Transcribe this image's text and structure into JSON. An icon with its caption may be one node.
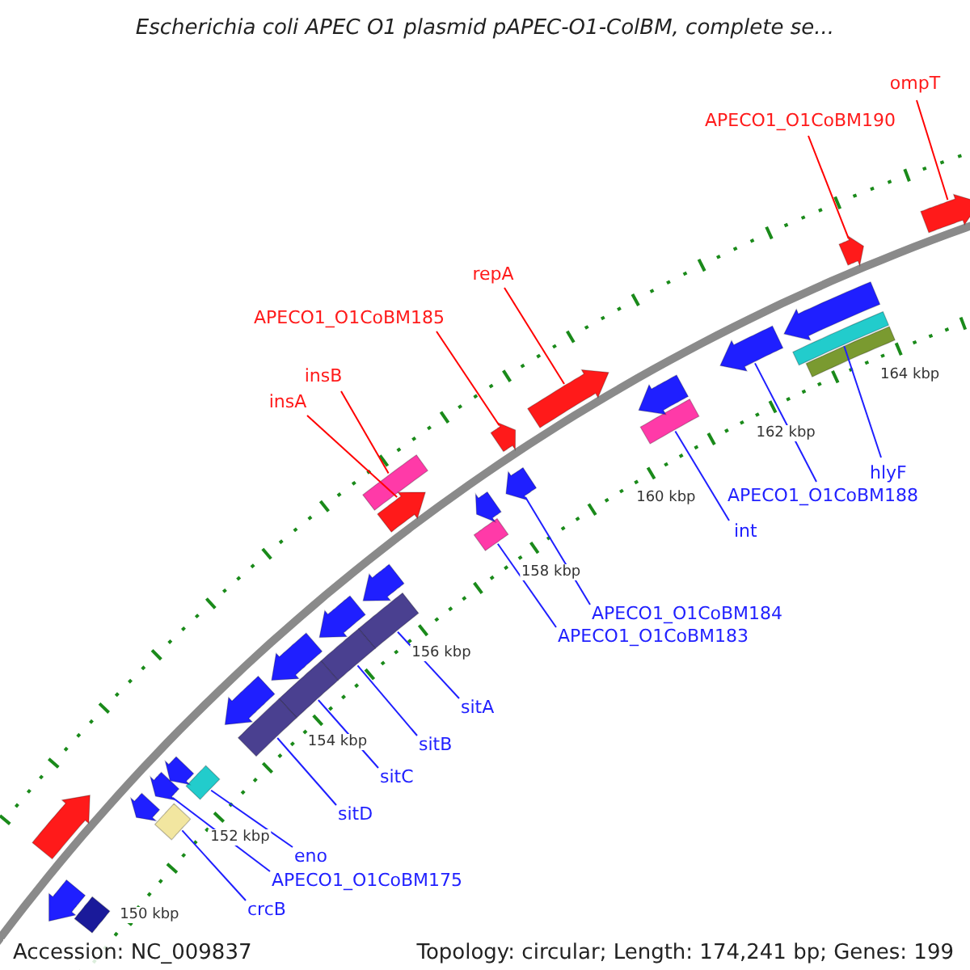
{
  "diagram": {
    "title": "Escherichia coli APEC O1 plasmid pAPEC-O1-ColBM, complete se...",
    "nodes": [
      {
        "text": [
          "ompT"
        ]
      },
      {
        "text": [
          "APECO1_O1CoBM190"
        ]
      },
      {
        "text": [
          "repA"
        ]
      },
      {
        "text": [
          "APECO1_O1CoBM185"
        ]
      },
      {
        "text": [
          "insB"
        ]
      },
      {
        "text": [
          "insA"
        ]
      },
      {
        "text": [
          "hlyF"
        ]
      },
      {
        "text": [
          "APECO1_O1CoBM188"
        ]
      },
      {
        "text": [
          "int"
        ]
      },
      {
        "text": [
          "APECO1_O1CoBM184"
        ]
      },
      {
        "text": [
          "APECO1_O1CoBM183"
        ]
      },
      {
        "text": [
          "sitA"
        ]
      },
      {
        "text": [
          "sitB"
        ]
      },
      {
        "text": [
          "sitC"
        ]
      },
      {
        "text": [
          "sitD"
        ]
      },
      {
        "text": [
          "eno"
        ]
      },
      {
        "text": [
          "APECO1_O1CoBM175"
        ]
      },
      {
        "text": [
          "crcB"
        ]
      },
      {
        "text": [],
        "shape": "arrow"
      },
      {
        "text": [],
        "shape": "arrow"
      },
      {
        "text": [],
        "shape": "arrow"
      },
      {
        "text": [],
        "shape": "arrow"
      },
      {
        "text": [],
        "shape": "bar"
      },
      {
        "text": [],
        "shape": "arrow"
      },
      {
        "text": [],
        "shape": "bar"
      },
      {
        "text": [],
        "shape": "arrow"
      },
      {
        "text": [],
        "shape": "bar"
      },
      {
        "text": [],
        "shape": "arrow"
      },
      {
        "text": [],
        "shape": "bar"
      },
      {
        "text": [],
        "shape": "bar"
      },
      {
        "text": [],
        "shape": "bar"
      },
      {
        "text": [],
        "shape": "bar"
      },
      {
        "text": [],
        "shape": "bar"
      },
      {
        "text": [],
        "shape": "bar"
      },
      {
        "text": [],
        "shape": "arrow"
      },
      {
        "text": [],
        "shape": "bar"
      },
      {
        "text": [],
        "shape": "arrow"
      },
      {
        "text": [],
        "shape": "arrow"
      },
      {
        "text": [],
        "shape": "bar"
      },
      {
        "text": [],
        "shape": "arrow"
      },
      {
        "text": [],
        "shape": "arrow"
      },
      {
        "text": [],
        "shape": "arrow"
      },
      {
        "text": [],
        "shape": "arrow"
      },
      {
        "text": [],
        "shape": "arrow"
      },
      {
        "text": [],
        "shape": "arrow"
      },
      {
        "text": [],
        "shape": "arrow"
      },
      {
        "text": [],
        "shape": "arrow"
      },
      {
        "text": [],
        "shape": "arrow"
      },
      {
        "text": [],
        "shape": "bar"
      }
    ],
    "edges": [
      {
        "from": 0,
        "to": 18,
        "arrow": "none",
        "color": "#ff0000"
      },
      {
        "from": 1,
        "to": 19,
        "arrow": "none",
        "color": "#ff0000"
      },
      {
        "from": 2,
        "to": 20,
        "arrow": "none",
        "color": "#ff0000"
      },
      {
        "from": 3,
        "to": 21,
        "arrow": "none",
        "color": "#ff0000"
      },
      {
        "from": 4,
        "to": 22,
        "arrow": "none",
        "color": "#ff0000"
      },
      {
        "from": 5,
        "to": 23,
        "arrow": "none",
        "color": "#ff0000"
      },
      {
        "from": 6,
        "to": 24,
        "arrow": "none"
      },
      {
        "from": 7,
        "to": 25,
        "arrow": "none"
      },
      {
        "from": 8,
        "to": 26,
        "arrow": "none"
      },
      {
        "from": 9,
        "to": 27,
        "arrow": "none"
      },
      {
        "from": 10,
        "to": 28,
        "arrow": "none"
      },
      {
        "from": 11,
        "to": 29,
        "arrow": "none"
      },
      {
        "from": 12,
        "to": 30,
        "arrow": "none"
      },
      {
        "from": 13,
        "to": 31,
        "arrow": "none"
      },
      {
        "from": 14,
        "to": 32,
        "arrow": "none"
      },
      {
        "from": 15,
        "to": 33,
        "arrow": "none"
      },
      {
        "from": 16,
        "to": 34,
        "arrow": "none"
      },
      {
        "from": 17,
        "to": 35,
        "arrow": "none"
      }
    ],
    "labels": [
      "164 kbp",
      "162 kbp",
      "160 kbp",
      "158 kbp",
      "156 kbp",
      "154 kbp",
      "152 kbp",
      "150 kbp",
      "Accession: NC_009837",
      "Topology: circular; Length: 174,241 bp; Genes: 199"
    ]
  }
}
